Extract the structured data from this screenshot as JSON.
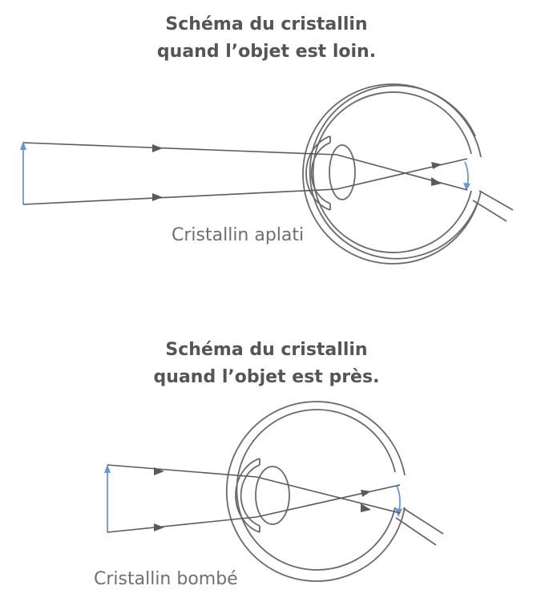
{
  "diagrams": [
    {
      "title_line1": "Schéma du cristallin",
      "title_line2": "quand l’objet est loin.",
      "caption": "Cristallin aplati"
    },
    {
      "title_line1": "Schéma du cristallin",
      "title_line2": "quand l’objet est près.",
      "caption": "Cristallin bombé"
    }
  ],
  "colors": {
    "object_arrow": "#6a95d8",
    "rays": "#5a5a5a",
    "eye_outline": "#6a6a6a",
    "text": "#555555"
  }
}
